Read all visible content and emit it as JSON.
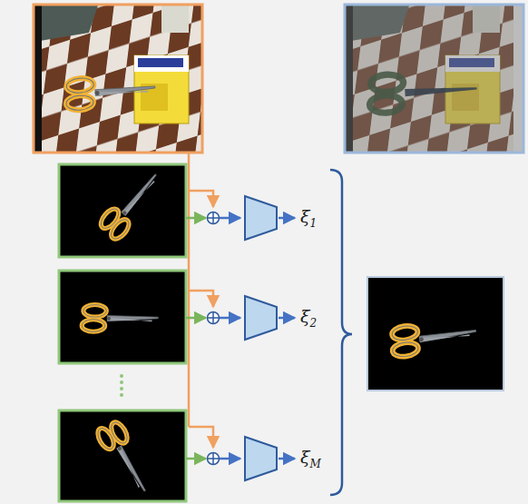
{
  "diagram": {
    "labels": [
      "ξ1",
      "ξ2",
      "ξM"
    ]
  }
}
